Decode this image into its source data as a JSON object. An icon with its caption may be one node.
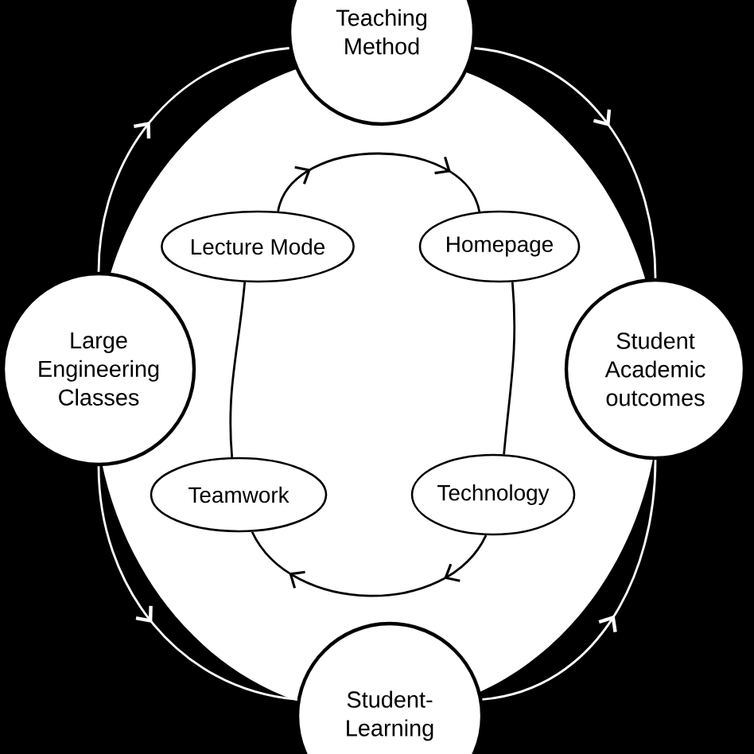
{
  "diagram": {
    "nodes": [
      {
        "text": [
          "Teaching Method"
        ]
      },
      {
        "text": [
          "Lecture Mode"
        ]
      },
      {
        "text": [
          "Homepage"
        ]
      },
      {
        "text": [
          "Large Engineering Classes"
        ]
      },
      {
        "text": [
          "Student Academic outcomes"
        ]
      },
      {
        "text": [
          "Teamwork"
        ]
      },
      {
        "text": [
          "Technology"
        ]
      },
      {
        "text": [
          "Student-Learning"
        ]
      }
    ],
    "edges": [
      {
        "from": 3,
        "to": 0,
        "arrow": "to",
        "color": "#ffffff"
      },
      {
        "from": 0,
        "to": 4,
        "arrow": "to",
        "color": "#ffffff"
      },
      {
        "from": 3,
        "to": 7,
        "arrow": "to",
        "color": "#ffffff"
      },
      {
        "from": 7,
        "to": 4,
        "arrow": "to",
        "color": "#ffffff"
      },
      {
        "from": 1,
        "to": 2,
        "arrow": "to",
        "color": "#000000"
      },
      {
        "from": 1,
        "to": 5,
        "arrow": "none",
        "color": "#000000"
      },
      {
        "from": 2,
        "to": 6,
        "arrow": "none",
        "color": "#000000"
      },
      {
        "from": 6,
        "to": 5,
        "arrow": "to",
        "color": "#000000"
      }
    ]
  }
}
